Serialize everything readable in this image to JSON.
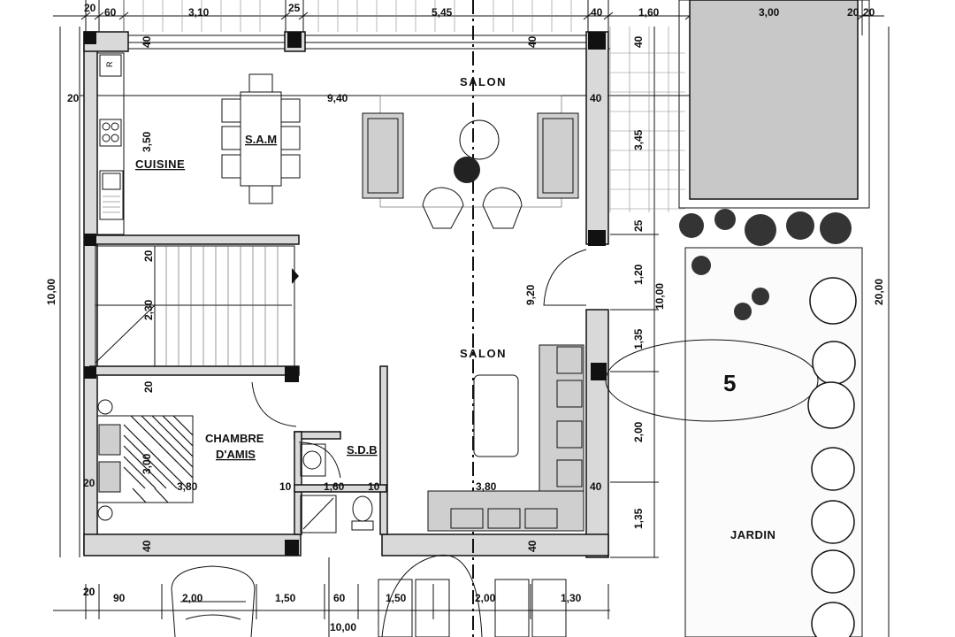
{
  "rooms": {
    "salon_top": "SALON",
    "salon_bottom": "SALON",
    "sam": "S.A.M",
    "cuisine": "CUISINE",
    "chambre_line1": "CHAMBRE",
    "chambre_line2": "D'AMIS",
    "sdb": "S.D.B",
    "jardin": "JARDIN",
    "fridge": "R",
    "big_number": "5"
  },
  "dims_top": [
    "20",
    "60",
    "3,10",
    "25",
    "5,45",
    "40",
    "1,60",
    "3,00",
    "20",
    "20"
  ],
  "dims_left": [
    "20",
    "10,00",
    "20",
    "20"
  ],
  "dims_right": [
    "3,45",
    "25",
    "1,20",
    "10,00",
    "20,00",
    "1,35",
    "2,00",
    "1,35"
  ],
  "dims_bottom": [
    "20",
    "90",
    "2,00",
    "1,50",
    "60",
    "1,50",
    "2,00",
    "1,30",
    "10,00"
  ],
  "dims_interior": {
    "d40a": "40",
    "d40b": "40",
    "d40c": "40",
    "d40d": "40",
    "d40e": "40",
    "d40f": "40",
    "d940": "9,40",
    "d350": "3,50",
    "d230": "2,30",
    "d920": "9,20",
    "d20a": "20",
    "d20b": "20",
    "d300": "3,00",
    "d380a": "3,80",
    "d10a": "10",
    "d160": "1,60",
    "d10b": "10",
    "d380b": "3,80",
    "d40g": "40",
    "d40h": "40"
  }
}
